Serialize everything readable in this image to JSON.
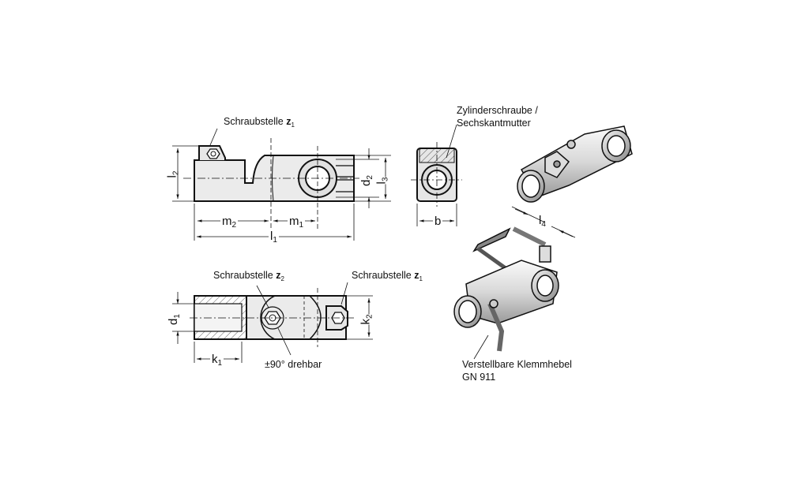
{
  "labels": {
    "schraubstelle_z1_top": {
      "text": "Schraubstelle",
      "var": "z",
      "sub": "1"
    },
    "schraubstelle_z2": {
      "text": "Schraubstelle",
      "var": "z",
      "sub": "2"
    },
    "schraubstelle_z1_bottom": {
      "text": "Schraubstelle",
      "var": "z",
      "sub": "1"
    },
    "zylinderschraube_line1": "Zylinderschraube /",
    "zylinderschraube_line2": "Sechskantmutter",
    "drehbar": "±90° drehbar",
    "klemmhebel_line1": "Verstellbare Klemmhebel",
    "klemmhebel_line2": "GN 911"
  },
  "dimensions": {
    "l1": {
      "base": "l",
      "sub": "1"
    },
    "l2": {
      "base": "l",
      "sub": "2"
    },
    "l3": {
      "base": "l",
      "sub": "3"
    },
    "l4": {
      "base": "l",
      "sub": "4"
    },
    "m1": {
      "base": "m",
      "sub": "1"
    },
    "m2": {
      "base": "m",
      "sub": "2"
    },
    "d1": {
      "base": "d",
      "sub": "1"
    },
    "d2": {
      "base": "d",
      "sub": "2"
    },
    "k1": {
      "base": "k",
      "sub": "1"
    },
    "k2": {
      "base": "k",
      "sub": "2"
    },
    "b": {
      "base": "b",
      "sub": ""
    }
  }
}
